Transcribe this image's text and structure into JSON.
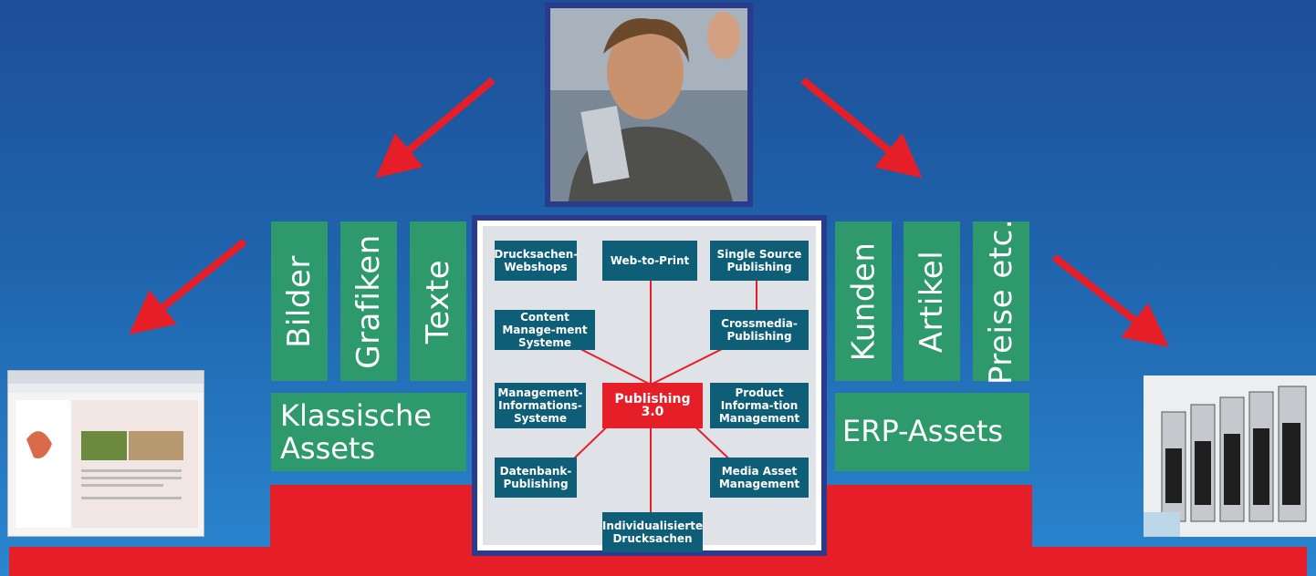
{
  "left_stack": {
    "columns": [
      "Bilder",
      "Grafiken",
      "Texte"
    ],
    "label": "Klassische Assets"
  },
  "right_stack": {
    "columns": [
      "Kunden",
      "Artikel",
      "Preise etc."
    ],
    "label": "ERP-Assets"
  },
  "center_diagram": {
    "center": "Publishing 3.0",
    "nodes": {
      "drucksachen_webshops": "Drucksachen-Webshops",
      "web_to_print": "Web-to-Print",
      "single_source": "Single Source Publishing",
      "cms": "Content Manage-ment Systeme",
      "crossmedia": "Crossmedia-Publishing",
      "mis": "Management-Informations-Systeme",
      "pim": "Product Informa-tion Management",
      "datenbank": "Datenbank-Publishing",
      "mam": "Media Asset Management",
      "individualisierte": "Individualisierte Drucksachen"
    }
  },
  "images": {
    "top_photo": "person-photo",
    "left_photo": "website-screenshot",
    "right_photo": "printing-press-photo"
  },
  "colors": {
    "background": "#1f64ad",
    "red": "#e61e28",
    "green": "#2e9a6b",
    "node": "#0f5e78",
    "frame": "#2a3b8e"
  }
}
